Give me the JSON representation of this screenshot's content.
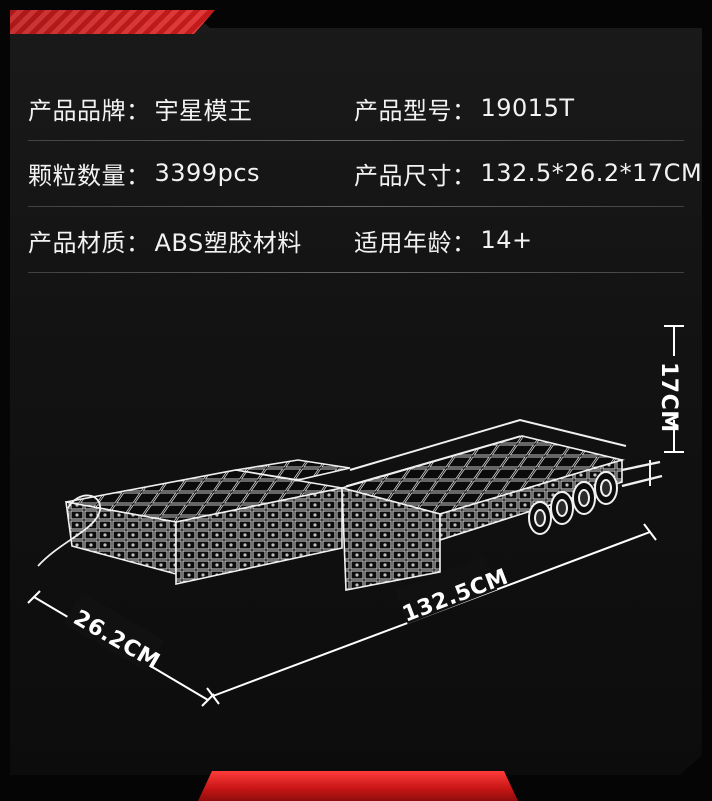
{
  "specs": [
    {
      "left": {
        "label": "产品品牌：",
        "value": "宇星模王"
      },
      "right": {
        "label": "产品型号：",
        "value": "19015T"
      }
    },
    {
      "left": {
        "label": "颗粒数量：",
        "value": "3399pcs"
      },
      "right": {
        "label": "产品尺寸：",
        "value": "132.5*26.2*17CM"
      }
    },
    {
      "left": {
        "label": "产品材质：",
        "value": "ABS塑胶材料"
      },
      "right": {
        "label": "适用年龄：",
        "value": "14+"
      }
    }
  ],
  "dimensions": {
    "height": "17CM",
    "length": "132.5CM",
    "width": "26.2CM"
  },
  "colors": {
    "accent": "#c41b1b",
    "text": "#f2f2f2",
    "background": "#121212"
  }
}
